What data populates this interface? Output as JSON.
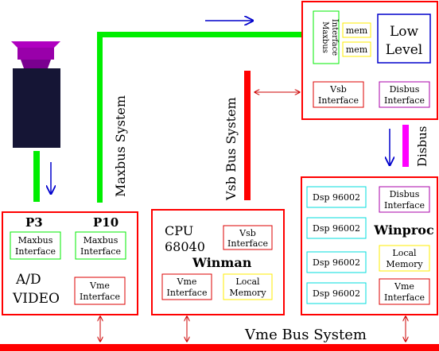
{
  "colors": {
    "red": "#ff0000",
    "green": "#00ee00",
    "blue": "#0000cc",
    "magenta": "#ff00ff",
    "cyan": "#00e0e0",
    "yellow": "#ffff00",
    "purple": "#a000a0",
    "dark_red": "#aa0000",
    "camera_body": "#151535",
    "camera_lens": "#9900aa"
  },
  "labels": {
    "maxbus_system": "Maxbus System",
    "vsb_bus_system": "Vsb Bus System",
    "disbus": "Disbus",
    "vme_bus_system": "Vme Bus System"
  },
  "ad_board": {
    "p3": "P3",
    "p10": "P10",
    "maxbus_left": [
      "Maxbus",
      "Interface"
    ],
    "maxbus_right": [
      "Maxbus",
      "Interface"
    ],
    "title": [
      "A/D",
      "VIDEO"
    ],
    "vme": [
      "Vme",
      "Interface"
    ]
  },
  "cpu_board": {
    "cpu": [
      "CPU",
      "68040"
    ],
    "winman": "Winman",
    "vsb": [
      "Vsb",
      "Interface"
    ],
    "vme": [
      "Vme",
      "Interface"
    ],
    "local_memory": [
      "Local",
      "Memory"
    ]
  },
  "winproc_board": {
    "dsp": [
      "Dsp 96002",
      "Dsp 96002",
      "Dsp 96002",
      "Dsp 96002"
    ],
    "disbus": [
      "Disbus",
      "Interface"
    ],
    "winproc": "Winproc",
    "local_memory": [
      "Local",
      "Memory"
    ],
    "vme": [
      "Vme",
      "Interface"
    ]
  },
  "lowlevel_board": {
    "maxbus": [
      "Maxbus",
      "Interface"
    ],
    "mem_1": "mem",
    "mem_2": "mem",
    "low_level": [
      "Low",
      "Level"
    ],
    "vsb": [
      "Vsb",
      "Interface"
    ],
    "disbus": [
      "Disbus",
      "Interface"
    ]
  }
}
